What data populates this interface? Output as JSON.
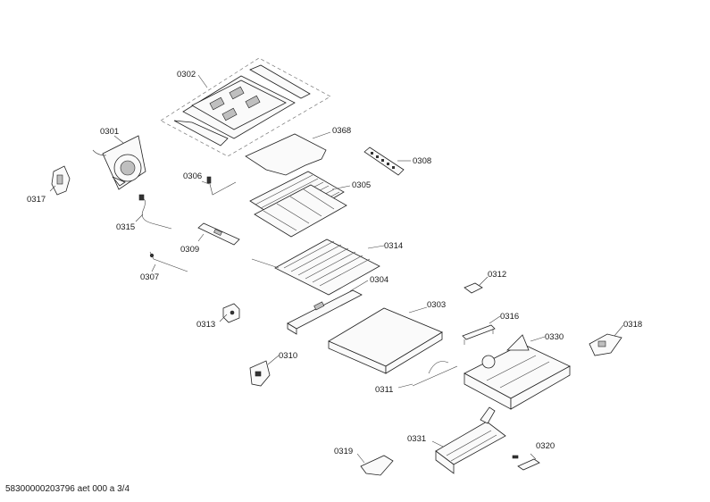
{
  "diagram": {
    "labels": {
      "p0302": "0302",
      "p0301": "0301",
      "p0368": "0368",
      "p0308": "0308",
      "p0317": "0317",
      "p0306": "0306",
      "p0305": "0305",
      "p0315": "0315",
      "p0309": "0309",
      "p0314": "0314",
      "p0307": "0307",
      "p0304": "0304",
      "p0312": "0312",
      "p0313": "0313",
      "p0303": "0303",
      "p0316": "0316",
      "p0318": "0318",
      "p0330": "0330",
      "p0310": "0310",
      "p0311": "0311",
      "p0331": "0331",
      "p0319": "0319",
      "p0320": "0320"
    },
    "footer": "58300000203796 aet 000 a 3/4"
  }
}
